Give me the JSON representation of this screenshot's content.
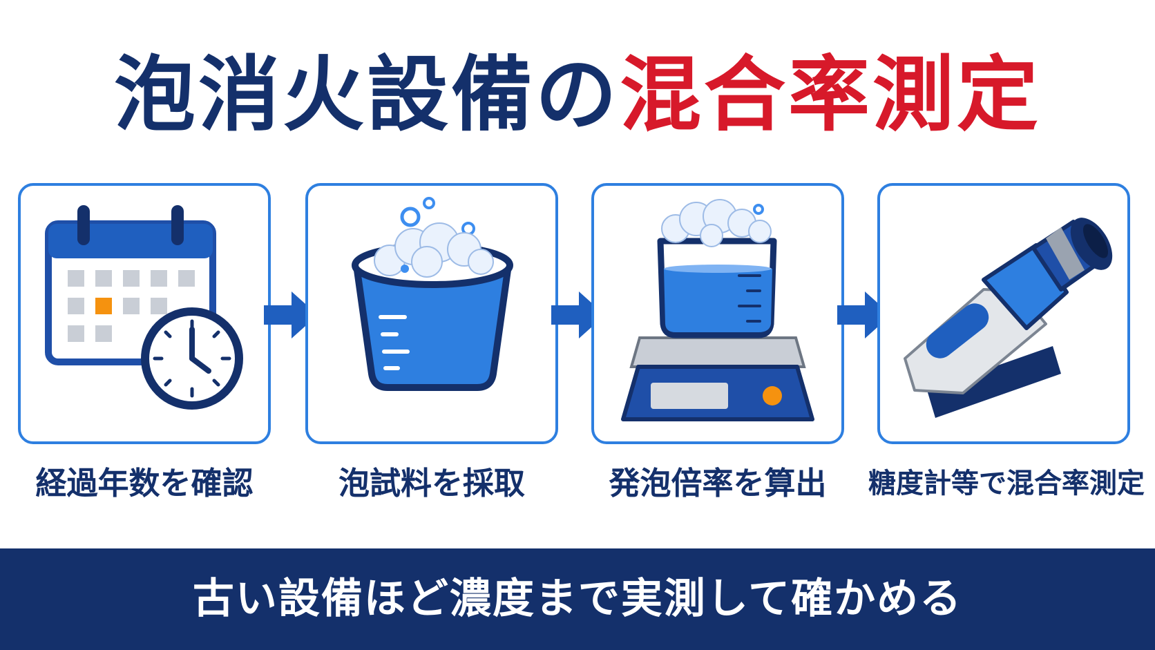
{
  "title": {
    "part1": "泡消火設備の",
    "part2": "混合率測定"
  },
  "steps": [
    {
      "label": "経過年数を確認",
      "icon": "calendar-clock-icon"
    },
    {
      "label": "泡試料を採取",
      "icon": "foam-bucket-icon"
    },
    {
      "label": "発泡倍率を算出",
      "icon": "beaker-scale-icon"
    },
    {
      "label": "糖度計等で混合率測定",
      "icon": "refractometer-icon"
    }
  ],
  "banner": {
    "text": "古い設備ほど濃度まで実測して確かめる"
  },
  "colors": {
    "navy": "#14306b",
    "red": "#d7192a",
    "blue": "#2e7fe0",
    "royal": "#1f5fbf",
    "gray": "#c9ced6",
    "orange": "#f5920f"
  }
}
